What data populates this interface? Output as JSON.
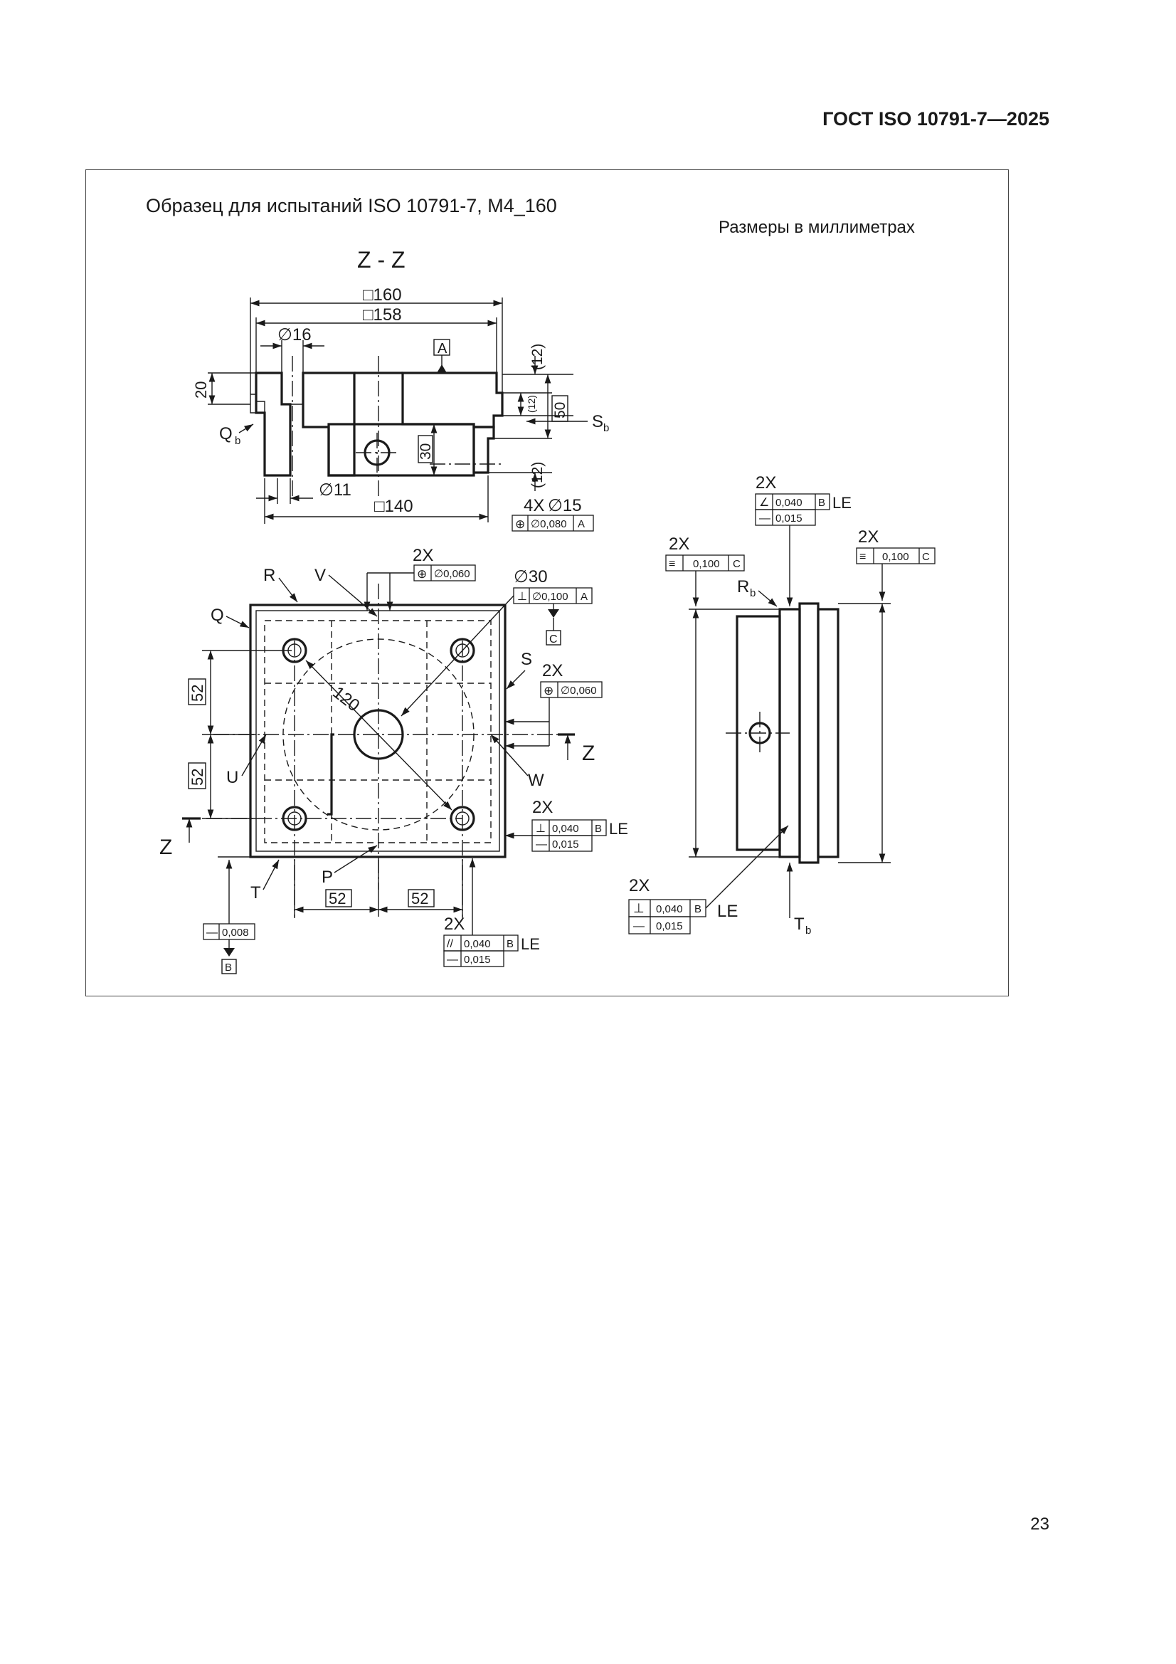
{
  "header": {
    "standard": "ГОСТ ISO 10791-7—2025"
  },
  "figure": {
    "caption": "Образец для испытаний ISO 10791-7, M4_160",
    "units_note": "Размеры в миллиметрах"
  },
  "section_view": {
    "title": "Z - Z",
    "dims": {
      "outer": "□160",
      "inner": "□158",
      "bore": "∅16",
      "height": "20",
      "small_bore": "∅11",
      "bottom": "□140",
      "boss": "30",
      "step_upper": "(12)",
      "step_small": "(12)",
      "step_lower": "(12)",
      "total": "50"
    },
    "labels": {
      "datum_a": "A",
      "qb": "Q",
      "qb_sub": "b",
      "sb": "S",
      "sb_sub": "b"
    },
    "hole_note": {
      "count": "4X",
      "dia": "∅15",
      "tol": "∅0,080",
      "datum": "A"
    }
  },
  "plan_view": {
    "labels": {
      "r": "R",
      "v": "V",
      "q": "Q",
      "s": "S",
      "u": "U",
      "w": "W",
      "p": "P",
      "t": "T",
      "z": "Z"
    },
    "center_bore": {
      "dia": "∅30",
      "tol": "∅0,100",
      "datum": "A",
      "datum_c": "C"
    },
    "dims": {
      "radius": "120",
      "v52a": "52",
      "v52b": "52",
      "h52a": "52",
      "h52b": "52"
    },
    "top_pos": {
      "mult": "2X",
      "tol": "∅0,060"
    },
    "right_pos": {
      "mult": "2X",
      "tol": "∅0,060"
    },
    "right_perp": {
      "mult": "2X",
      "tol1": "0,040",
      "datum": "B",
      "le": "LE",
      "tol2": "0,015"
    },
    "bottom_flat": {
      "tol": "0,008",
      "datum": "B"
    },
    "bottom_par": {
      "mult": "2X",
      "tol1": "0,040",
      "datum": "B",
      "le": "LE",
      "tol2": "0,015"
    }
  },
  "side_view": {
    "top_angle": {
      "mult": "2X",
      "tol1": "0,040",
      "datum": "B",
      "le": "LE",
      "tol2": "0,015"
    },
    "left_sym": {
      "mult": "2X",
      "tol": "0,100",
      "datum": "C"
    },
    "right_sym": {
      "mult": "2X",
      "tol": "0,100",
      "datum": "C"
    },
    "bottom_perp": {
      "mult": "2X",
      "tol1": "0,040",
      "datum": "B",
      "le": "LE",
      "tol2": "0,015"
    },
    "labels": {
      "rb": "R",
      "rb_sub": "b",
      "tb": "T",
      "tb_sub": "b"
    }
  },
  "page": {
    "number": "23"
  }
}
